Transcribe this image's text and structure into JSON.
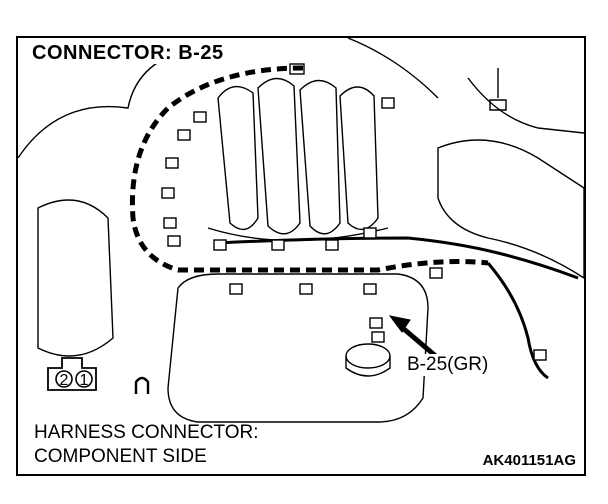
{
  "diagram": {
    "title": "CONNECTOR: B-25",
    "callout_label": "B-25(GR)",
    "caption_line1": "HARNESS CONNECTOR:",
    "caption_line2": "COMPONENT SIDE",
    "figure_code": "AK401151AG",
    "connector_pins": [
      "2",
      "1"
    ]
  }
}
